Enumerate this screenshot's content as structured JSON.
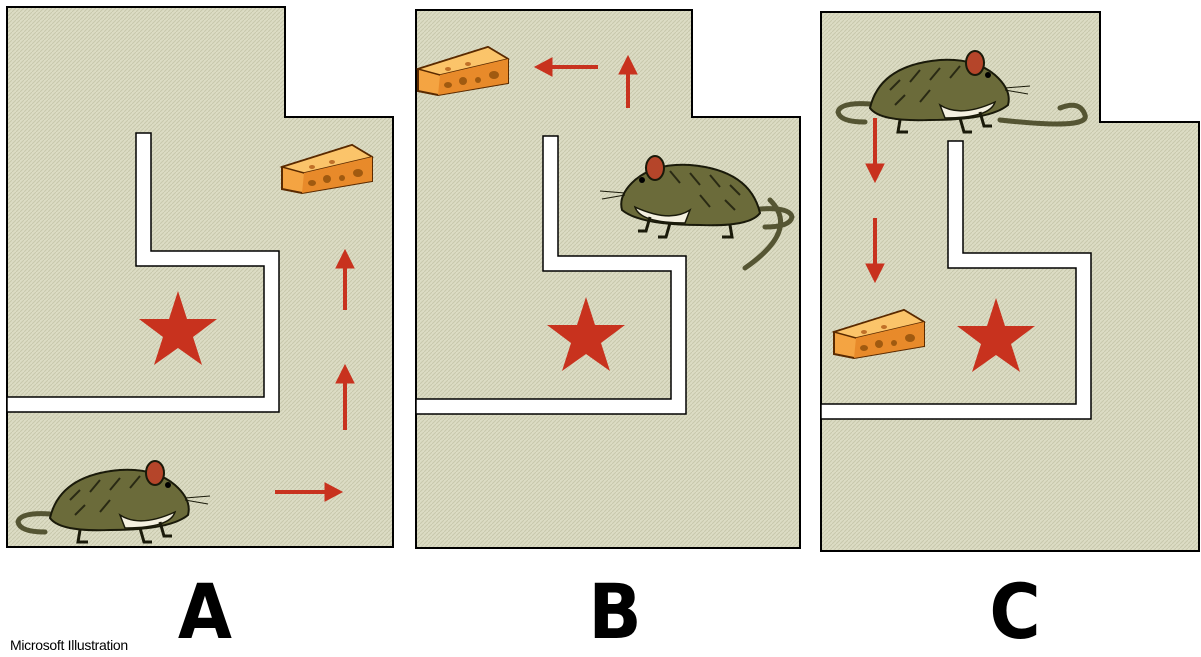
{
  "panels": [
    {
      "label": "A",
      "description": "mouse starts bottom-left, turns right then up to reach cheese on the right"
    },
    {
      "label": "B",
      "description": "mouse in center, goes up then left to cheese top-left"
    },
    {
      "label": "C",
      "description": "mouse top-left, goes down to cheese beside the star"
    }
  ],
  "credit": "Microsoft Illustration",
  "colors": {
    "background_fill": "#dcdcc4",
    "outline": "#000000",
    "wall": "#ffffff",
    "star": "#c8321e",
    "arrow": "#c8321e",
    "cheese": "#f0a040",
    "mouse_body": "#6b6b3a",
    "mouse_belly": "#f4f0e0"
  },
  "icons": [
    "mouse-icon",
    "cheese-icon",
    "star-icon",
    "arrow-icon"
  ]
}
